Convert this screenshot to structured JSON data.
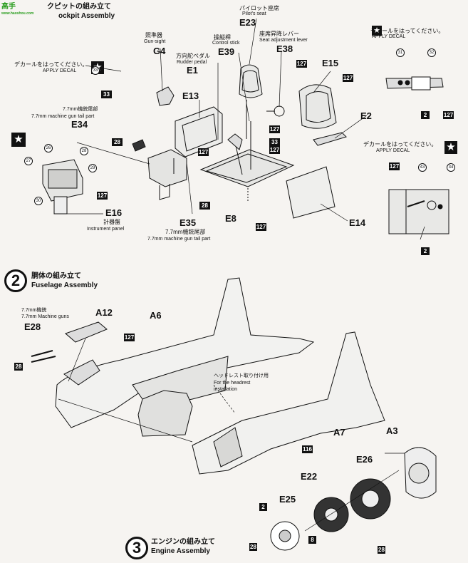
{
  "header": {
    "logo_text": "高手",
    "logo_sub": "www.haoshou.com",
    "step1_title_jp": "クピットの組み立て",
    "step1_title_en": "ockpit Assembly"
  },
  "step2": {
    "number": "2",
    "title_jp": "胴体の組み立て",
    "title_en": "Fuselage Assembly"
  },
  "step3": {
    "number": "3",
    "title_jp": "エンジンの組み立て",
    "title_en": "Engine Assembly"
  },
  "labels": {
    "pilot_seat_jp": "パイロット座席",
    "pilot_seat_en": "Pilot's seat",
    "E23": "E23",
    "control_stick_jp": "操縦桿",
    "control_stick_en": "Control stick",
    "E39": "E39",
    "seat_lever_jp": "座席昇降レバー",
    "seat_lever_en": "Seat adjustment lever",
    "E38": "E38",
    "gun_sight_jp": "照準器",
    "gun_sight_en": "Gun-sight",
    "G4": "G4",
    "rudder_pedal_jp": "方向舵ペダル",
    "rudder_pedal_en": "Rudder pedal",
    "E1": "E1",
    "apply_decal_jp": "デカールをはってください。",
    "apply_decal_en": "APPLY DECAL",
    "E13": "E13",
    "E15": "E15",
    "E2": "E2",
    "E34": "E34",
    "E35": "E35",
    "E16": "E16",
    "E8": "E8",
    "E14": "E14",
    "mg_tail_jp": "7.7mm機銃尾部",
    "mg_tail_en": "7.7mm machine gun tail part",
    "instrument_jp": "計器盤",
    "instrument_en": "Instrument panel",
    "mg_jp": "7.7mm機銃",
    "mg_en": "7.7mm Machine guns",
    "headrest_jp": "ヘッドレスト取り付け用",
    "headrest_en1": "For the headrest",
    "headrest_en2": "installation",
    "A12": "A12",
    "A6": "A6",
    "E28": "E28",
    "A7": "A7",
    "A3": "A3",
    "E26": "E26",
    "E22": "E22",
    "E25": "E25"
  },
  "paints": [
    "127",
    "33",
    "28",
    "116",
    "8",
    "2"
  ],
  "decals": [
    "31",
    "32",
    "26",
    "27",
    "28",
    "29",
    "30",
    "33",
    "34",
    "43"
  ]
}
